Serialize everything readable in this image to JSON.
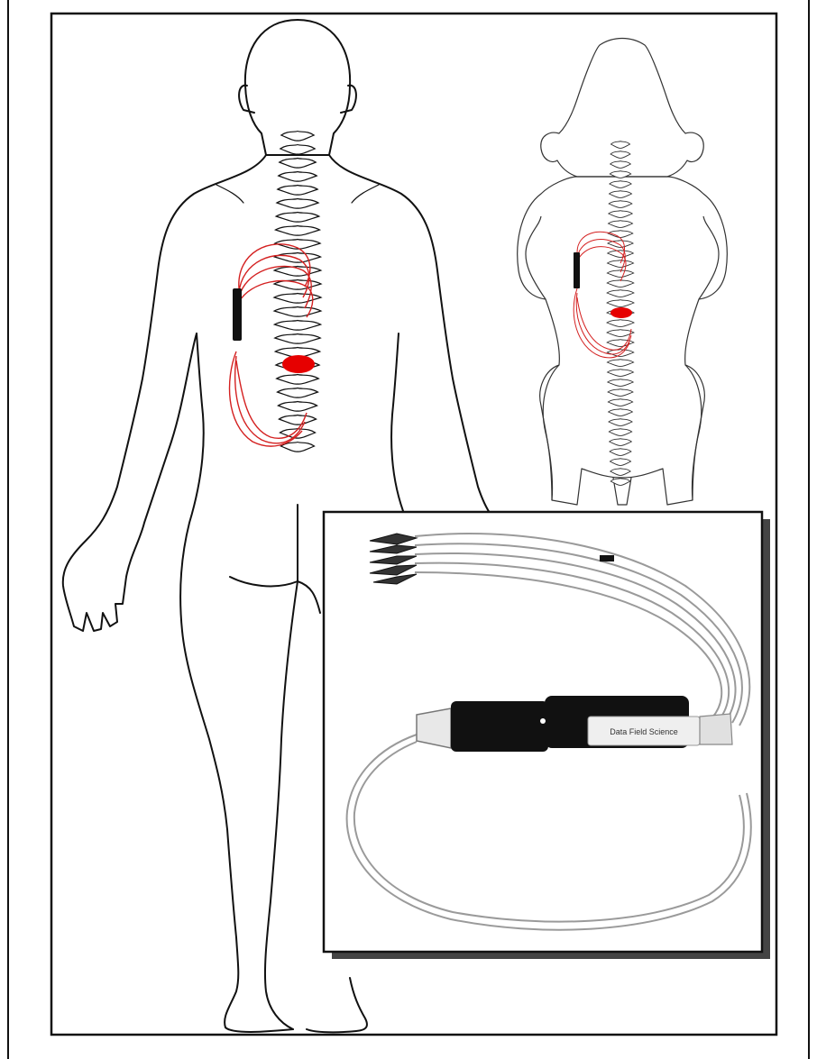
{
  "figure": {
    "panels": [
      {
        "subject": "human-back-view",
        "annotation": "implanted device with lead wires routed along thoracolumbar spine"
      },
      {
        "subject": "dog-top-view",
        "annotation": "implanted device with lead wires routed along spine"
      },
      {
        "subject": "device-inset",
        "annotation": "implantable device photo"
      }
    ],
    "device_label_text": "Data Field Science"
  },
  "colors": {
    "outline": "#111111",
    "lead_wire": "#d42020",
    "lesion": "#e60000",
    "device_body": "#111111",
    "inset_bg": "#ffffff",
    "cable": "#9a9a9a"
  }
}
